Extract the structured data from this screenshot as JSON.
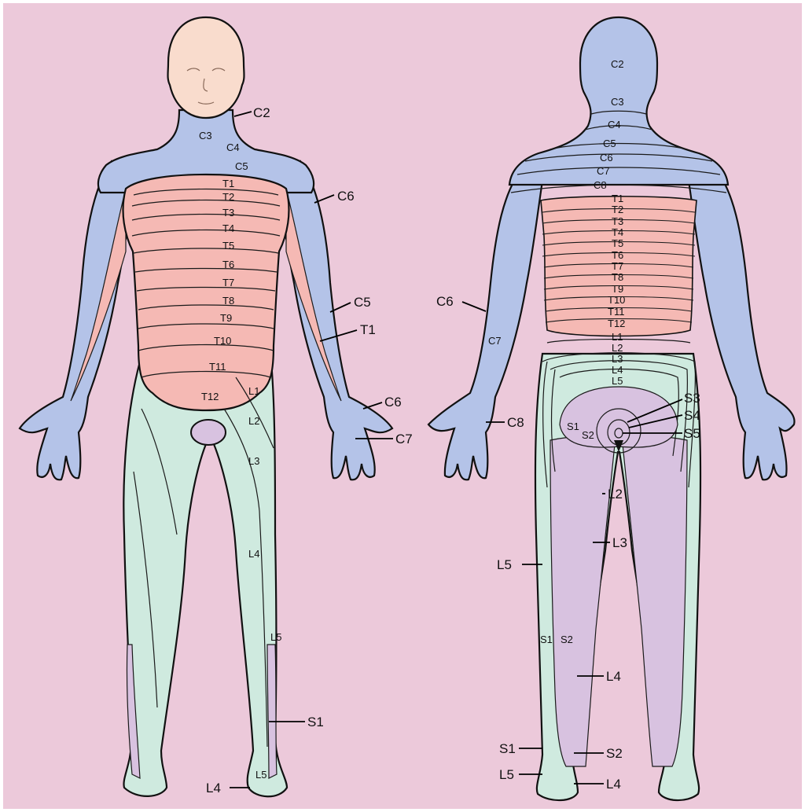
{
  "colors": {
    "background": "#ecc9da",
    "cervical": "#b4c3e8",
    "thoracic": "#f5b9b4",
    "lumbar": "#cfeadf",
    "sacral": "#d8c2e0",
    "face": "#f9dccd"
  },
  "front": {
    "internal": {
      "c3": "C3",
      "c4": "C4",
      "c5": "C5",
      "t1": "T1",
      "t2": "T2",
      "t3": "T3",
      "t4": "T4",
      "t5": "T5",
      "t6": "T6",
      "t7": "T7",
      "t8": "T8",
      "t9": "T9",
      "t10": "T10",
      "t11": "T11",
      "t12": "T12",
      "l1": "L1",
      "l2": "L2",
      "l3": "L3",
      "l4": "L4",
      "l5": "L5",
      "l5_foot": "L5"
    },
    "callouts": {
      "c2": "C2",
      "c6_arm": "C6",
      "c5_arm": "C5",
      "t1_arm": "T1",
      "c6_hand": "C6",
      "c7_hand": "C7",
      "s1_leg": "S1",
      "l4_foot": "L4"
    }
  },
  "back": {
    "internal": {
      "c2": "C2",
      "c3": "C3",
      "c4": "C4",
      "c5": "C5",
      "c6": "C6",
      "c7": "C7",
      "c8": "C8",
      "t1": "T1",
      "t2": "T2",
      "t3": "T3",
      "t4": "T4",
      "t5": "T5",
      "t6": "T6",
      "t7": "T7",
      "t8": "T8",
      "t9": "T9",
      "t10": "T10",
      "t11": "T11",
      "t12": "T12",
      "l1": "L1",
      "l2": "L2",
      "l3": "L3",
      "l4": "L4",
      "l5": "L5",
      "s1_hip": "S1",
      "s2_hip": "S2",
      "s1_leg": "S1",
      "s2_leg": "S2",
      "c7_arm": "C7"
    },
    "callouts": {
      "c6_arm": "C6",
      "c8_hand": "C8",
      "s3": "S3",
      "s4": "S4",
      "s5": "S5",
      "l2": "L2",
      "l3": "L3",
      "l5": "L5",
      "l4": "L4",
      "s1_foot": "S1",
      "s2_foot": "S2",
      "l5_foot": "L5",
      "l4_foot": "L4"
    }
  }
}
